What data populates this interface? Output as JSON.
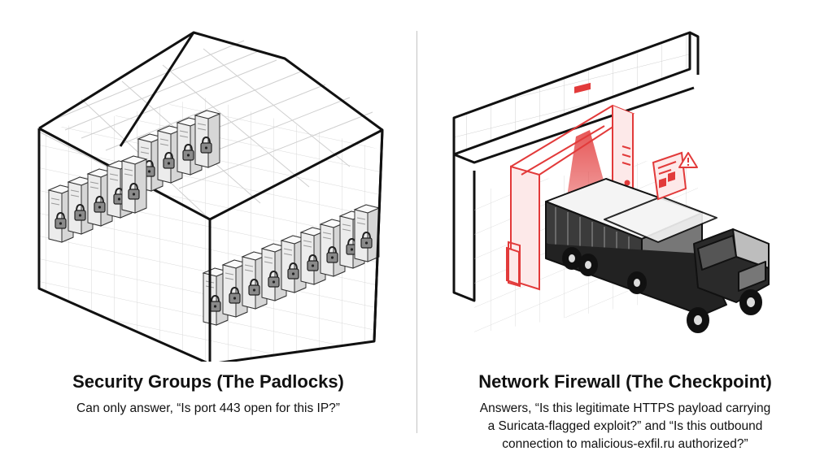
{
  "left": {
    "title": "Security Groups (The Padlocks)",
    "caption": [
      "Can only answer, “Is port 443 open for this IP?”"
    ],
    "icons": [
      "warehouse-illustration",
      "server-rack-icon",
      "padlock-icon"
    ]
  },
  "right": {
    "title": "Network Firewall (The Checkpoint)",
    "caption": [
      "Answers, “Is this legitimate HTTPS payload carrying",
      "a Suricata-flagged exploit?” and “Is this outbound",
      "connection to malicious-exfil.ru authorized?”"
    ],
    "icons": [
      "checkpoint-gate-icon",
      "inspection-scanner-beam",
      "container-truck-icon",
      "alert-document-icon",
      "warning-triangle-icon"
    ]
  },
  "colors": {
    "ink": "#111111",
    "alert_red": "#e23a3a",
    "alert_red_soft": "#f6b9b9",
    "server_gray": "#e6e6e6",
    "divider": "#c4c4c4"
  }
}
